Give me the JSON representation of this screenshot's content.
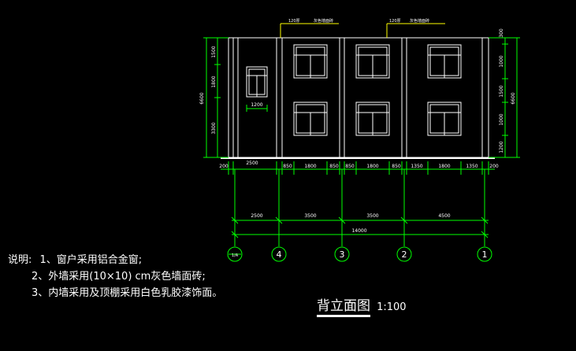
{
  "drawing": {
    "title": "背立面图",
    "scale": "1:100"
  },
  "notes": {
    "heading": "说明:",
    "lines": [
      "1、窗户采用铝合金窗;",
      "2、外墙采用(10×10) cm灰色墙面砖;",
      "3、内墙采用及顶棚采用白色乳胶漆饰面。"
    ]
  },
  "top_labels": [
    "120厚",
    "灰色墙面砖",
    "120厚",
    "灰色墙面砖"
  ],
  "dims": {
    "left_total": "6600",
    "left_parts": [
      "1500",
      "1800",
      "3300"
    ],
    "right_total": "6600",
    "right_parts": [
      "300",
      "1000",
      "1500",
      "1000",
      "1200"
    ],
    "window_width": "1200",
    "row1": [
      "200",
      "2500",
      "850",
      "1800",
      "850",
      "850",
      "1800",
      "850",
      "1350",
      "1800",
      "1350",
      "200"
    ],
    "row2": [
      "2500",
      "3500",
      "3500",
      "4500"
    ],
    "total": "14000"
  },
  "axes": [
    {
      "label": "1/A"
    },
    {
      "label": "4"
    },
    {
      "label": "3"
    },
    {
      "label": "2"
    },
    {
      "label": "1"
    }
  ],
  "colors": {
    "background": "#000000",
    "line": "#ffffff",
    "axis": "#00ff00",
    "dimension": "#00ff00",
    "leader": "#ffff00"
  }
}
